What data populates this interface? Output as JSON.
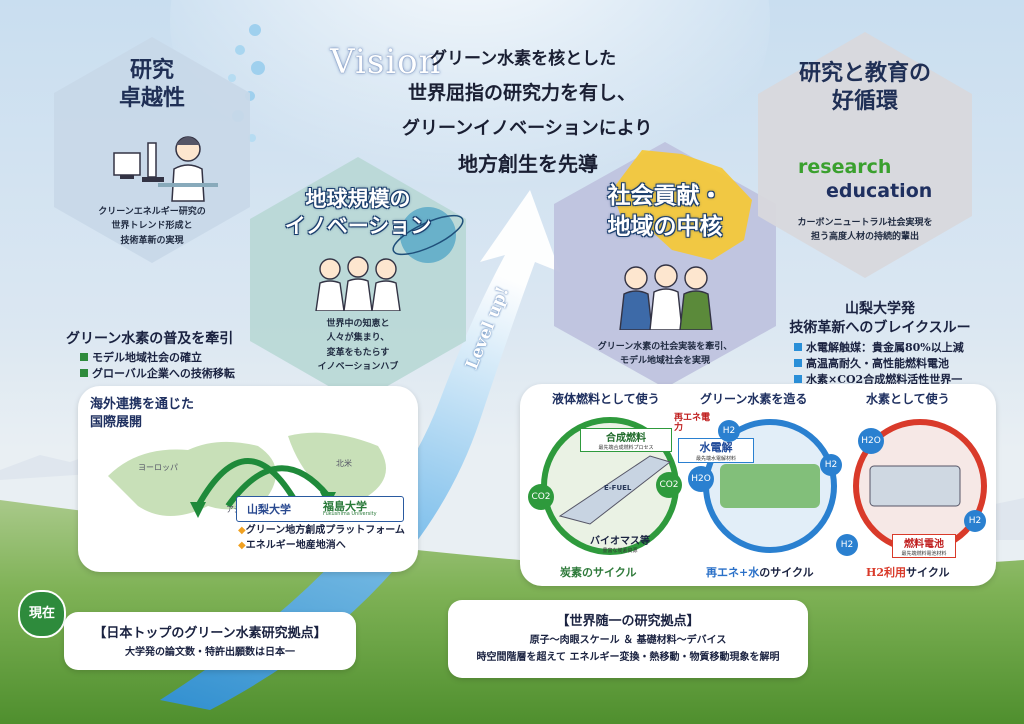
{
  "vision": {
    "word": "Vision",
    "line1": "グリーン水素を核とした",
    "line2": "世界屈指の研究力を有し、",
    "line3": "グリーンイノベーションにより",
    "line4": "地方創生を先導"
  },
  "hexagons": {
    "research_excellence": {
      "title1": "研究",
      "title2": "卓越性",
      "desc1": "クリーンエネルギー研究の",
      "desc2": "世界トレンド形成と",
      "desc3": "技術革新の実現"
    },
    "global_innovation": {
      "title1": "地球規模の",
      "title2": "イノベーション",
      "desc1": "世界中の知恵と",
      "desc2": "人々が集まり、",
      "desc3": "変革をもたらす",
      "desc4": "イノベーションハブ"
    },
    "social_contribution": {
      "title1": "社会貢献・",
      "title2": "地域の中核",
      "desc1": "グリーン水素の社会実装を牽引、",
      "desc2": "モデル地域社会を実現"
    },
    "virtuous_cycle": {
      "title1": "研究と教育の",
      "title2": "好循環",
      "word_research": "research",
      "word_education": "education",
      "desc1": "カーボンニュートラル社会実現を",
      "desc2": "担う高度人材の持続的輩出"
    }
  },
  "level_up": "Level up!",
  "green_hydrogen_lead": {
    "title": "グリーン水素の普及を牽引",
    "items": [
      "モデル地域社会の確立",
      "グローバル企業への技術移転"
    ]
  },
  "breakthrough": {
    "title1": "山梨大学発",
    "title2": "技術革新へのブレイクスルー",
    "items": [
      "水電解触媒：貴金属80%以上減",
      "高温高耐久・高性能燃料電池",
      "水素×CO2合成燃料活性世界一"
    ]
  },
  "world_panel": {
    "title1": "海外連携を通じた",
    "title2": "国際展開",
    "label_europe": "ヨーロッパ",
    "label_na": "北米",
    "label_asia": "アジア",
    "univ1": "山梨大学",
    "univ2": "福島大学",
    "univ2_sub": "Fukushima University",
    "items": [
      "グリーン地方創成プラットフォーム",
      "エネルギー地産地消へ"
    ]
  },
  "cycle_panel": {
    "head1": "液体燃料として使う",
    "head2": "グリーン水素を造る",
    "head3": "水素として使う",
    "synth_fuel": "合成燃料",
    "synth_fuel_sub": "最先端合成燃料プロセス",
    "renewable": "再エネ電力",
    "electrolysis": "水電解",
    "electrolysis_sub": "最先端水電解材料",
    "fuel_cell": "燃料電池",
    "fuel_cell_sub": "最先端燃料電池材料",
    "biomass": "バイオマス等",
    "biomass_sub": "豊富な炭素資源",
    "efuel": "E-FUEL",
    "co2": "CO2",
    "h2": "H2",
    "h2o": "H2O",
    "cap1": "炭素のサイクル",
    "cap2_a": "再エネ+水",
    "cap2_b": "のサイクル",
    "cap3_a": "H2利用",
    "cap3_b": "サイクル"
  },
  "current": {
    "badge": "現在",
    "title": "【日本トップのグリーン水素研究拠点】",
    "desc": "大学発の論文数・特許出願数は日本一"
  },
  "research_base": {
    "title": "【世界随一の研究拠点】",
    "line1": "原子～肉眼スケール ＆ 基礎材料～デバイス",
    "line2": "時空間階層を超えて エネルギー変換・熱移動・物質移動現象を解明"
  },
  "colors": {
    "navy": "#1f2f55",
    "green": "#2e8b3c",
    "blue": "#2a70c8",
    "red": "#d93a2a",
    "sky": "#bcd8ee"
  }
}
